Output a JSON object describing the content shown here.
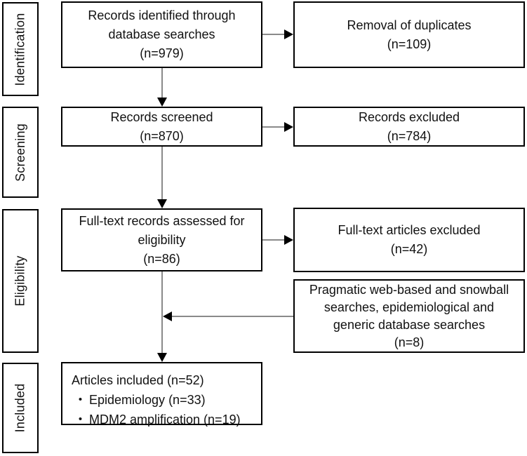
{
  "flowchart": {
    "type": "prisma-flow-diagram",
    "stages": [
      "Identification",
      "Screening",
      "Eligibility",
      "Included"
    ],
    "bullet_char": "•",
    "boxes": {
      "identified": {
        "lines": [
          "Records identified through",
          "database searches",
          "(n=979)"
        ]
      },
      "duplicates": {
        "lines": [
          "Removal of duplicates",
          "(n=109)"
        ]
      },
      "screened": {
        "lines": [
          "Records screened",
          "(n=870)"
        ]
      },
      "excluded": {
        "lines": [
          "Records excluded",
          "(n=784)"
        ]
      },
      "fulltext": {
        "lines": [
          "Full-text records assessed for",
          "eligibility",
          "(n=86)"
        ]
      },
      "fulltext_excluded": {
        "lines": [
          "Full-text articles excluded",
          "(n=42)"
        ]
      },
      "pragmatic": {
        "lines": [
          "Pragmatic web-based and snowball",
          "searches, epidemiological and",
          "generic database searches",
          "(n=8)"
        ]
      },
      "included": {
        "title": "Articles included (n=52)",
        "bullets": [
          "Epidemiology (n=33)",
          "MDM2 amplification (n=19)"
        ]
      }
    },
    "colors": {
      "background": "#ffffff",
      "border": "#000000",
      "text": "#111111",
      "connector_line": "#8a8a8a",
      "arrowhead": "#000000"
    }
  }
}
